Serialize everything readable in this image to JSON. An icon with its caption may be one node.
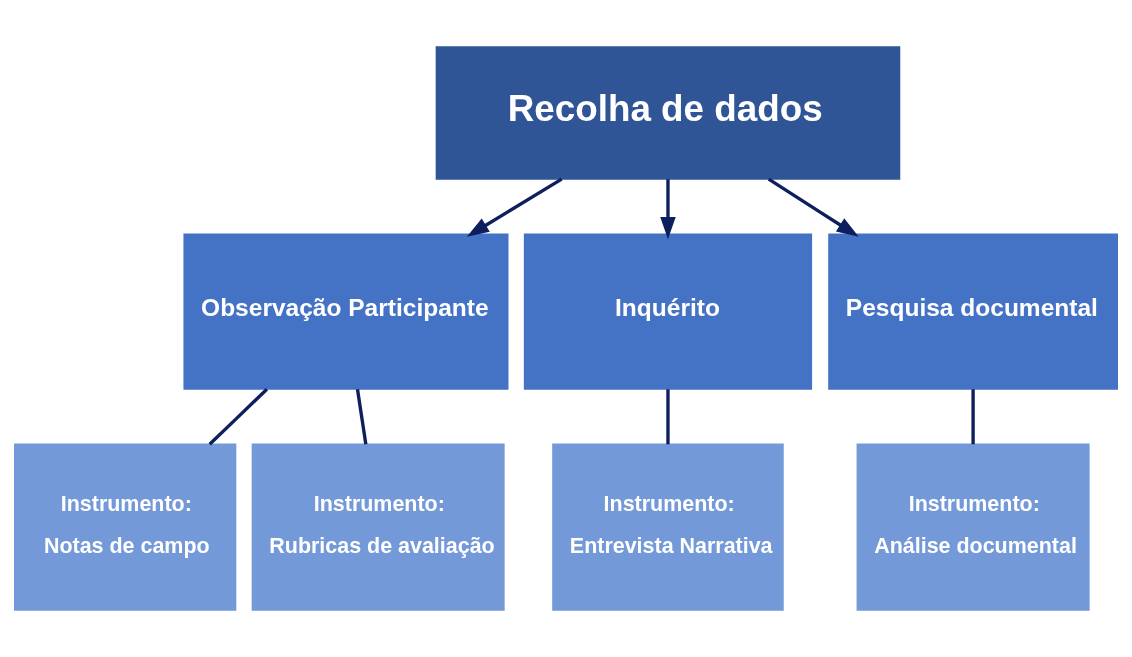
{
  "diagram": {
    "nodes": [
      {
        "text": [
          "Recolha de dados"
        ]
      },
      {
        "text": [
          "Observação Participante"
        ]
      },
      {
        "text": [
          "Inquérito"
        ]
      },
      {
        "text": [
          "Pesquisa documental"
        ]
      },
      {
        "text": [
          "Instrumento:",
          "Notas de campo"
        ]
      },
      {
        "text": [
          "Instrumento:",
          "Rubricas de avaliação"
        ]
      },
      {
        "text": [
          "Instrumento:",
          "Entrevista Narrativa"
        ]
      },
      {
        "text": [
          "Instrumento:",
          "Análise documental"
        ]
      }
    ],
    "edges": [
      {
        "from": 0,
        "to": 1,
        "arrow": "to"
      },
      {
        "from": 0,
        "to": 2,
        "arrow": "to"
      },
      {
        "from": 0,
        "to": 3,
        "arrow": "to"
      },
      {
        "from": 1,
        "to": 4,
        "arrow": "none"
      },
      {
        "from": 1,
        "to": 5,
        "arrow": "none"
      },
      {
        "from": 2,
        "to": 6,
        "arrow": "none"
      },
      {
        "from": 3,
        "to": 7,
        "arrow": "none"
      }
    ]
  }
}
